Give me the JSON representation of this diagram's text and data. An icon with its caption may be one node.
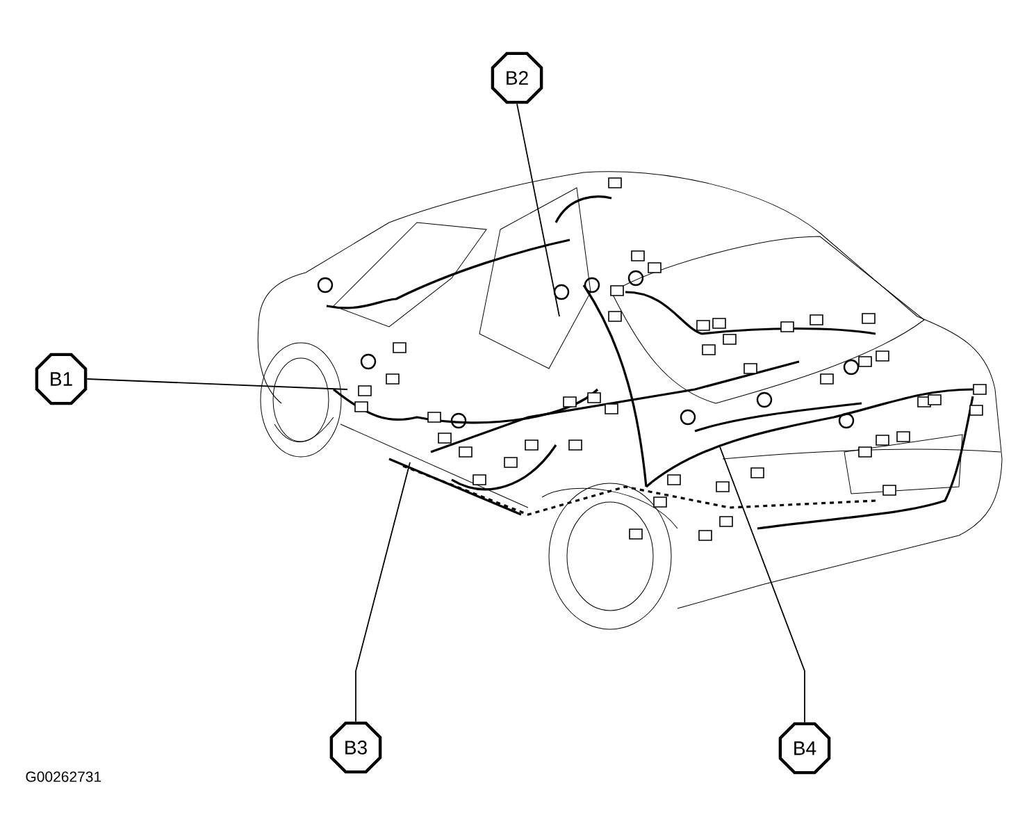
{
  "diagram": {
    "nodes": [
      {
        "text": [
          "B1"
        ]
      },
      {
        "text": [
          "B2"
        ]
      },
      {
        "text": [
          "B3"
        ]
      },
      {
        "text": [
          "B4"
        ]
      }
    ],
    "edges": [
      {
        "from": 0,
        "to": null,
        "arrow": "none"
      },
      {
        "from": 1,
        "to": null,
        "arrow": "none"
      },
      {
        "from": 2,
        "to": null,
        "arrow": "none"
      },
      {
        "from": 3,
        "to": null,
        "arrow": "none"
      }
    ],
    "labels": [
      "G00262731"
    ]
  }
}
